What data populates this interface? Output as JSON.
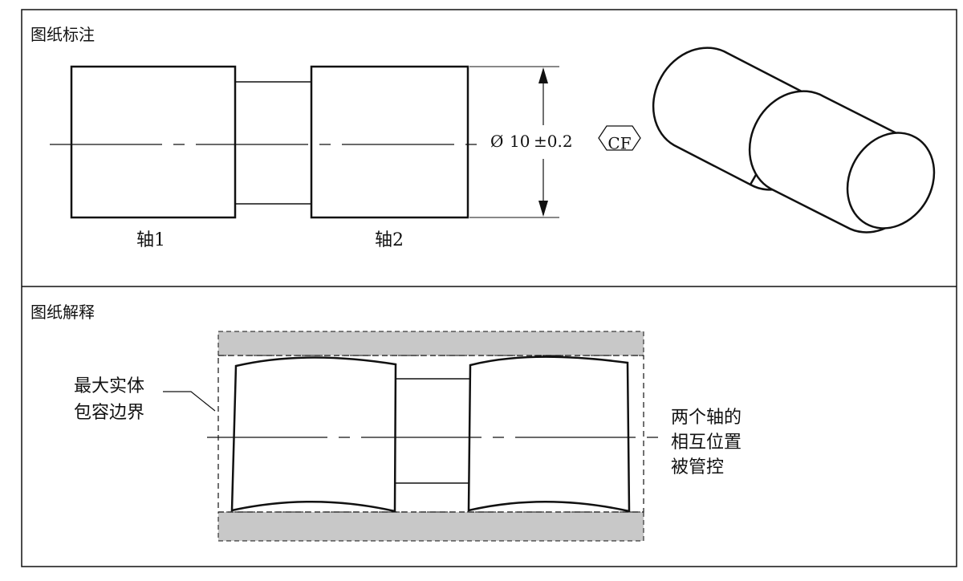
{
  "top_panel": {
    "title": "图纸标注",
    "shaft_1_label": "轴1",
    "shaft_2_label": "轴2",
    "dimension": {
      "diameter_symbol": "Ø",
      "nominal": "10",
      "tolerance": "±0.2",
      "modifier": "CF"
    }
  },
  "bottom_panel": {
    "title": "图纸解释",
    "left_callout": [
      "最大实体",
      "包容边界"
    ],
    "right_callout": [
      "两个轴的",
      "相互位置",
      "被管控"
    ]
  },
  "colors": {
    "line": "#111111",
    "envelope_fill": "#c8c8c8",
    "background": "#ffffff"
  }
}
